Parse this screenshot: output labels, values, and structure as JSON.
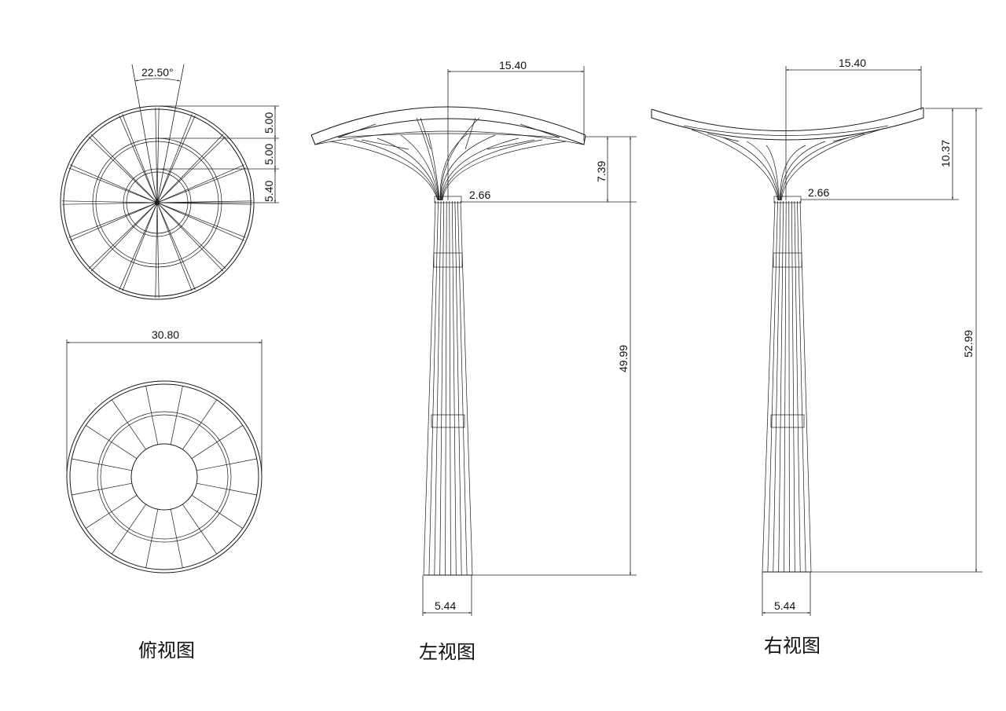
{
  "views": {
    "top": {
      "caption": "俯视图",
      "angle_label": "22.50°",
      "ring_dims": [
        "5.00",
        "5.00",
        "5.40"
      ],
      "diameter_label": "30.80"
    },
    "left": {
      "caption": "左视图",
      "span_label": "15.40",
      "canopy_depth_label": "7.39",
      "neck_label": "2.66",
      "column_height_label": "49.99",
      "base_width_label": "5.44"
    },
    "right": {
      "caption": "右视图",
      "span_label": "15.40",
      "canopy_depth_label": "10.37",
      "neck_label": "2.66",
      "total_height_label": "52.99",
      "base_width_label": "5.44"
    }
  },
  "colors": {
    "line": "#1a1a1a",
    "background": "#ffffff"
  }
}
